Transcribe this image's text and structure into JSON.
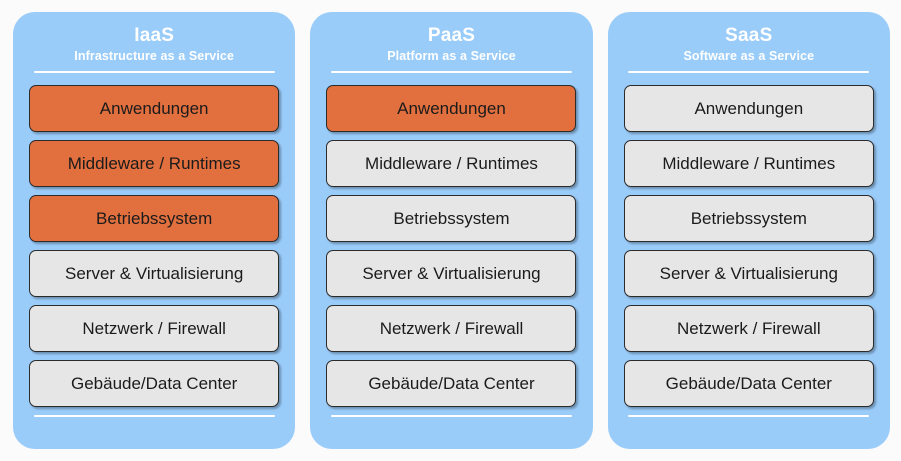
{
  "background_color": "#fbfbfb",
  "theme": {
    "panel_color": "#9ACCFA",
    "layer_default_color": "#e6e6e6",
    "layer_highlight_color": "#E2703F",
    "layer_border_color": "#2b2b2b",
    "header_text_color": "#ffffff",
    "divider_color": "#ffffff"
  },
  "panels": [
    {
      "title": "IaaS",
      "subtitle": "Infrastructure as a Service",
      "layers": [
        {
          "label": "Anwendungen",
          "highlighted": true
        },
        {
          "label": "Middleware / Runtimes",
          "highlighted": true
        },
        {
          "label": "Betriebssystem",
          "highlighted": true
        },
        {
          "label": "Server & Virtualisierung",
          "highlighted": false
        },
        {
          "label": "Netzwerk / Firewall",
          "highlighted": false
        },
        {
          "label": "Gebäude/Data Center",
          "highlighted": false
        }
      ]
    },
    {
      "title": "PaaS",
      "subtitle": "Platform as a Service",
      "layers": [
        {
          "label": "Anwendungen",
          "highlighted": true
        },
        {
          "label": "Middleware / Runtimes",
          "highlighted": false
        },
        {
          "label": "Betriebssystem",
          "highlighted": false
        },
        {
          "label": "Server & Virtualisierung",
          "highlighted": false
        },
        {
          "label": "Netzwerk / Firewall",
          "highlighted": false
        },
        {
          "label": "Gebäude/Data Center",
          "highlighted": false
        }
      ]
    },
    {
      "title": "SaaS",
      "subtitle": "Software as a Service",
      "layers": [
        {
          "label": "Anwendungen",
          "highlighted": false
        },
        {
          "label": "Middleware / Runtimes",
          "highlighted": false
        },
        {
          "label": "Betriebssystem",
          "highlighted": false
        },
        {
          "label": "Server & Virtualisierung",
          "highlighted": false
        },
        {
          "label": "Netzwerk / Firewall",
          "highlighted": false
        },
        {
          "label": "Gebäude/Data Center",
          "highlighted": false
        }
      ]
    }
  ]
}
